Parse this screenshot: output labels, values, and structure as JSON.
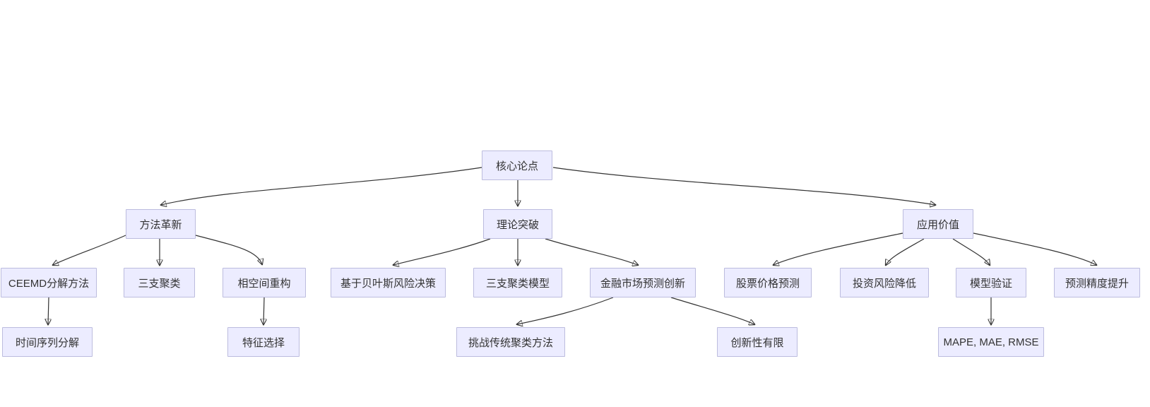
{
  "diagram": {
    "type": "flowchart-top-down",
    "title": "",
    "colors": {
      "background": "#ffffff",
      "node_fill": "#ECECFF",
      "node_border": "#BCBCDE",
      "edge_color": "#333333",
      "text_color": "#333333"
    },
    "nodes": [
      {
        "id": "core",
        "label": "核心论点"
      },
      {
        "id": "method",
        "label": "方法革新"
      },
      {
        "id": "theory",
        "label": "理论突破"
      },
      {
        "id": "value",
        "label": "应用价值"
      },
      {
        "id": "ceemd",
        "label": "CEEMD分解方法"
      },
      {
        "id": "threeCluster",
        "label": "三支聚类"
      },
      {
        "id": "phaseSpace",
        "label": "相空间重构"
      },
      {
        "id": "bayes",
        "label": "基于贝叶斯风险决策"
      },
      {
        "id": "threeModel",
        "label": "三支聚类模型"
      },
      {
        "id": "finInnov",
        "label": "金融市场预测创新"
      },
      {
        "id": "stock",
        "label": "股票价格预测"
      },
      {
        "id": "risk",
        "label": "投资风险降低"
      },
      {
        "id": "modelValid",
        "label": "模型验证"
      },
      {
        "id": "precision",
        "label": "预测精度提升"
      },
      {
        "id": "tsDecomp",
        "label": "时间序列分解"
      },
      {
        "id": "feature",
        "label": "特征选择"
      },
      {
        "id": "challenge",
        "label": "挑战传统聚类方法"
      },
      {
        "id": "limited",
        "label": "创新性有限"
      },
      {
        "id": "mape",
        "label": "MAPE, MAE, RMSE"
      }
    ],
    "edges": [
      {
        "from": "core",
        "to": "method"
      },
      {
        "from": "core",
        "to": "theory"
      },
      {
        "from": "core",
        "to": "value"
      },
      {
        "from": "method",
        "to": "ceemd"
      },
      {
        "from": "method",
        "to": "threeCluster"
      },
      {
        "from": "method",
        "to": "phaseSpace"
      },
      {
        "from": "theory",
        "to": "bayes"
      },
      {
        "from": "theory",
        "to": "threeModel"
      },
      {
        "from": "theory",
        "to": "finInnov"
      },
      {
        "from": "value",
        "to": "stock"
      },
      {
        "from": "value",
        "to": "risk"
      },
      {
        "from": "value",
        "to": "modelValid"
      },
      {
        "from": "value",
        "to": "precision"
      },
      {
        "from": "ceemd",
        "to": "tsDecomp"
      },
      {
        "from": "phaseSpace",
        "to": "feature"
      },
      {
        "from": "finInnov",
        "to": "challenge"
      },
      {
        "from": "finInnov",
        "to": "limited"
      },
      {
        "from": "modelValid",
        "to": "mape"
      }
    ]
  }
}
